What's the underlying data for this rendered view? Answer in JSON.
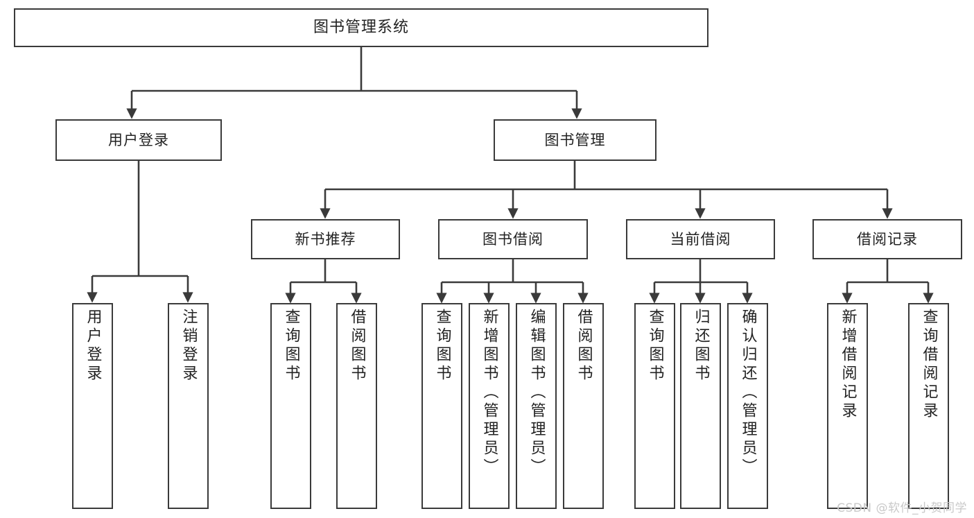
{
  "diagram": {
    "title": "图书管理系统",
    "type": "hierarchy-tree",
    "colors": {
      "background": "#ffffff",
      "node_fill": "#ffffff",
      "node_stroke": "#3a3a3a",
      "connector": "#3a3a3a",
      "text": "#222222",
      "watermark": "#c9c9c9"
    },
    "root": {
      "label": "图书管理系统"
    },
    "level2": [
      {
        "label": "用户登录"
      },
      {
        "label": "图书管理"
      }
    ],
    "level3": [
      {
        "label": "新书推荐"
      },
      {
        "label": "图书借阅"
      },
      {
        "label": "当前借阅"
      },
      {
        "label": "借阅记录"
      }
    ],
    "leaves": {
      "user_login": [
        {
          "label": "用户登录"
        },
        {
          "label": "注销登录"
        }
      ],
      "new_book": [
        {
          "label": "查询图书"
        },
        {
          "label": "借阅图书"
        }
      ],
      "book_borrow": [
        {
          "label": "查询图书"
        },
        {
          "label": "新增图书（管理员）"
        },
        {
          "label": "编辑图书（管理员）"
        },
        {
          "label": "借阅图书"
        }
      ],
      "current_borrow": [
        {
          "label": "查询图书"
        },
        {
          "label": "归还图书"
        },
        {
          "label": "确认归还（管理员）"
        }
      ],
      "borrow_record": [
        {
          "label": "新增借阅记录"
        },
        {
          "label": "查询借阅记录"
        }
      ]
    }
  },
  "watermark": {
    "text": "CSDN @软件_小贺同学"
  }
}
